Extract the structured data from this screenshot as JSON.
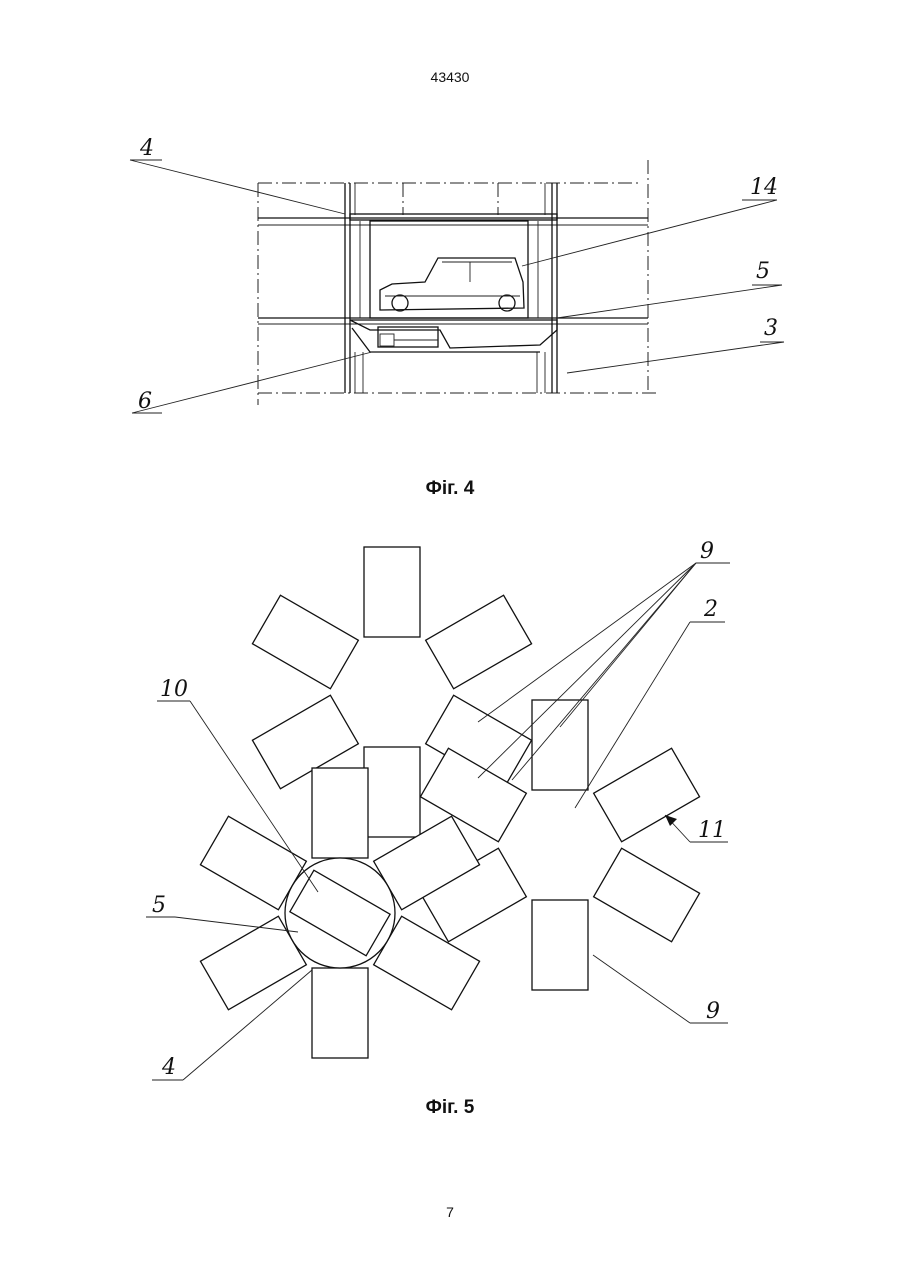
{
  "header": {
    "document_number": "43430"
  },
  "figure4": {
    "caption": "Фіг. 4",
    "labels": {
      "l4": "4",
      "l14": "14",
      "l5": "5",
      "l3": "3",
      "l6": "6"
    }
  },
  "figure5": {
    "caption": "Фіг. 5",
    "labels": {
      "l9a": "9",
      "l2": "2",
      "l10": "10",
      "l5": "5",
      "l11": "11",
      "l9b": "9",
      "l4": "4"
    }
  },
  "footer": {
    "page_number": "7"
  }
}
